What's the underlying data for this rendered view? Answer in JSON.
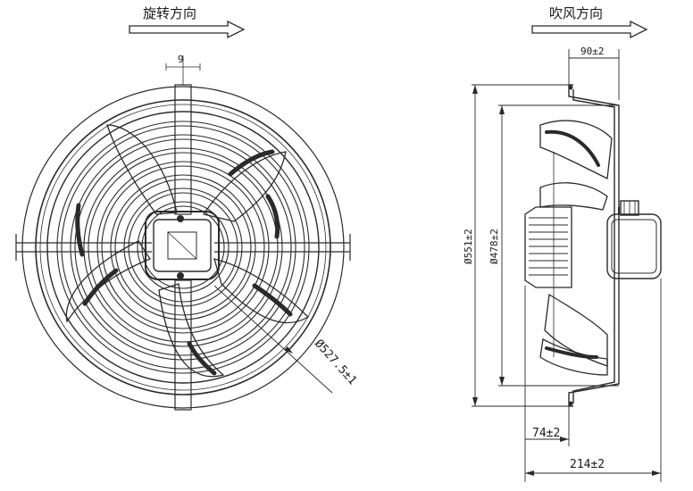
{
  "labels": {
    "rotation_direction": "旋转方向",
    "airflow_direction": "吹风方向"
  },
  "dimensions": {
    "slot_width": "9",
    "mount_circle": "Ø527.5±1",
    "depth_top": "90±2",
    "outer_diameter": "Ø551±2",
    "inner_diameter": "Ø478±2",
    "offset_bottom": "74±2",
    "total_depth": "214±2"
  },
  "colors": {
    "line": "#2a2a2a",
    "text": "#1a1a1a",
    "background": "#ffffff"
  }
}
